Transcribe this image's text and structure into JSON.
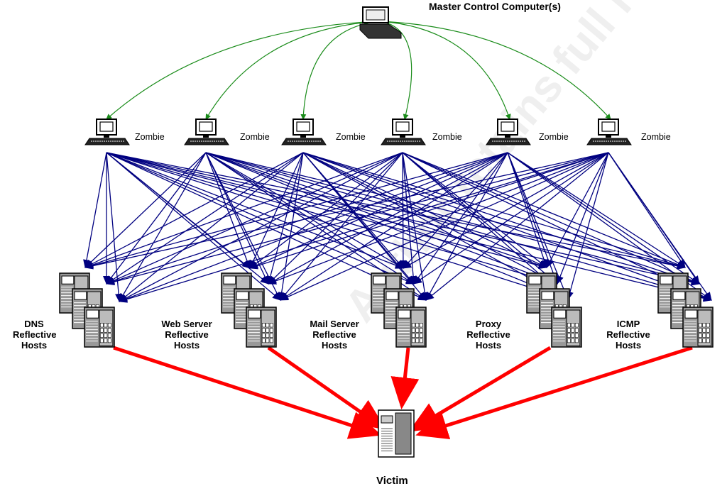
{
  "master": {
    "label": "Master Control Computer(s)"
  },
  "zombies": [
    {
      "label": "Zombie"
    },
    {
      "label": "Zombie"
    },
    {
      "label": "Zombie"
    },
    {
      "label": "Zombie"
    },
    {
      "label": "Zombie"
    },
    {
      "label": "Zombie"
    }
  ],
  "reflectors": [
    {
      "line1": "DNS",
      "line2": "Reflective",
      "line3": "Hosts"
    },
    {
      "line1": "Web Server",
      "line2": "Reflective",
      "line3": "Hosts"
    },
    {
      "line1": "Mail Server",
      "line2": "Reflective",
      "line3": "Hosts"
    },
    {
      "line1": "Proxy",
      "line2": "Reflective",
      "line3": "Hosts"
    },
    {
      "line1": "ICMP",
      "line2": "Reflective",
      "line3": "Hosts"
    }
  ],
  "victim": {
    "label": "Victim"
  },
  "watermark": "Author retains full rights",
  "colors": {
    "control": "#1a8c1a",
    "attack": "#000080",
    "reflect": "#ff0000"
  }
}
